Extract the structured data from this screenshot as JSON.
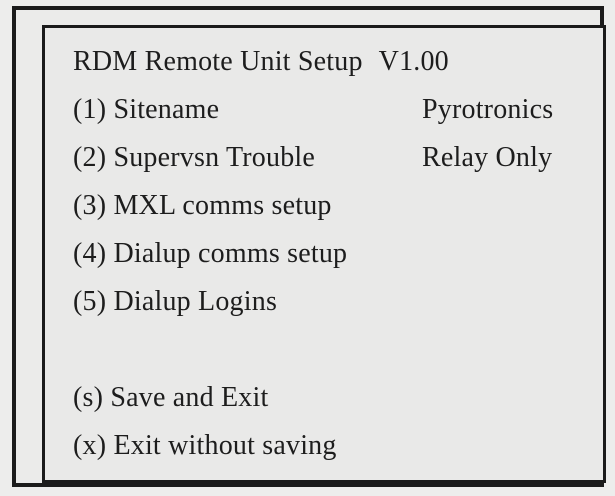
{
  "screen": {
    "title": "RDM Remote Unit Setup",
    "version": "V1.00",
    "menu": {
      "items": [
        {
          "label": "(1) Sitename",
          "value": "Pyrotronics"
        },
        {
          "label": "(2) Supervsn Trouble",
          "value": "Relay Only"
        },
        {
          "label": "(3) MXL comms setup",
          "value": ""
        },
        {
          "label": "(4) Dialup comms setup",
          "value": ""
        },
        {
          "label": "(5) Dialup Logins",
          "value": ""
        }
      ]
    },
    "actions": [
      {
        "label": "(s) Save and Exit"
      },
      {
        "label": "(x) Exit without saving"
      }
    ]
  },
  "colors": {
    "background": "#ebebea",
    "frame_border": "#1b1b1b",
    "text": "#1d1d1d"
  }
}
